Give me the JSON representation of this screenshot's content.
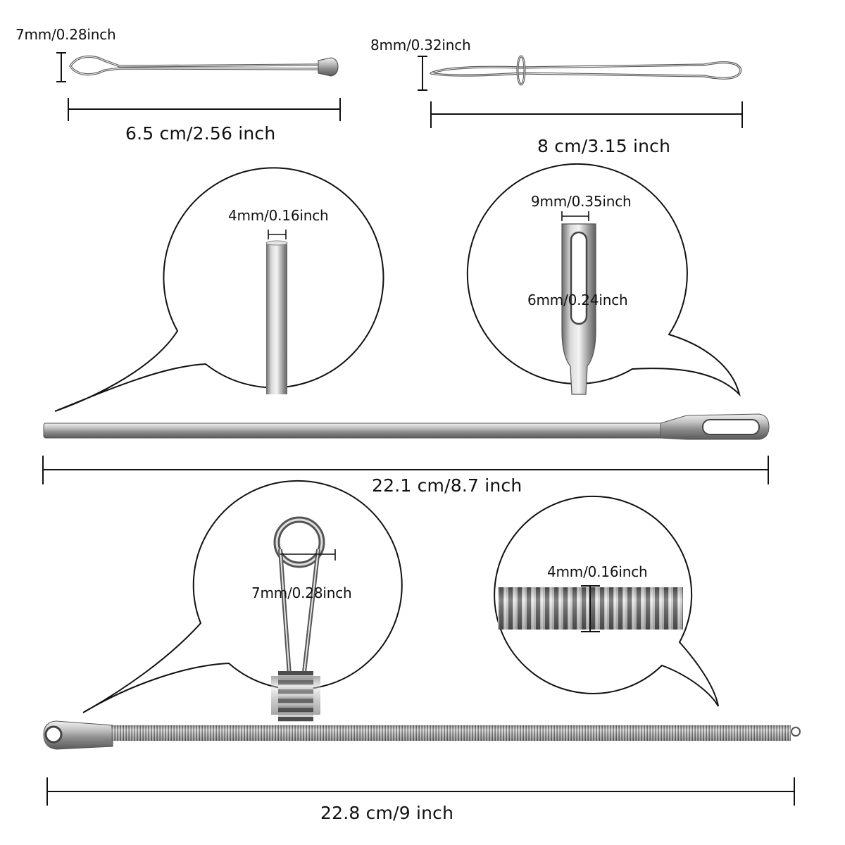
{
  "tools": {
    "small_threader": {
      "height_label": "7mm/0.28inch",
      "length_label": "6.5 cm/2.56 inch"
    },
    "medium_threader": {
      "height_label": "8mm/0.32inch",
      "length_label": "8 cm/3.15 inch"
    },
    "long_needle": {
      "rod_detail_label": "4mm/0.16inch",
      "eye_width_label": "9mm/0.35inch",
      "eye_height_label": "6mm/0.24inch",
      "length_label": "22.1 cm/8.7 inch"
    },
    "spring_threader": {
      "loop_detail_label": "7mm/0.28inch",
      "spring_detail_label": "4mm/0.16inch",
      "length_label": "22.8 cm/9 inch"
    }
  },
  "colors": {
    "metal_light": "#e8e8e8",
    "metal_mid": "#a9a9a9",
    "metal_dark": "#4a4a4a",
    "line": "#111111"
  }
}
